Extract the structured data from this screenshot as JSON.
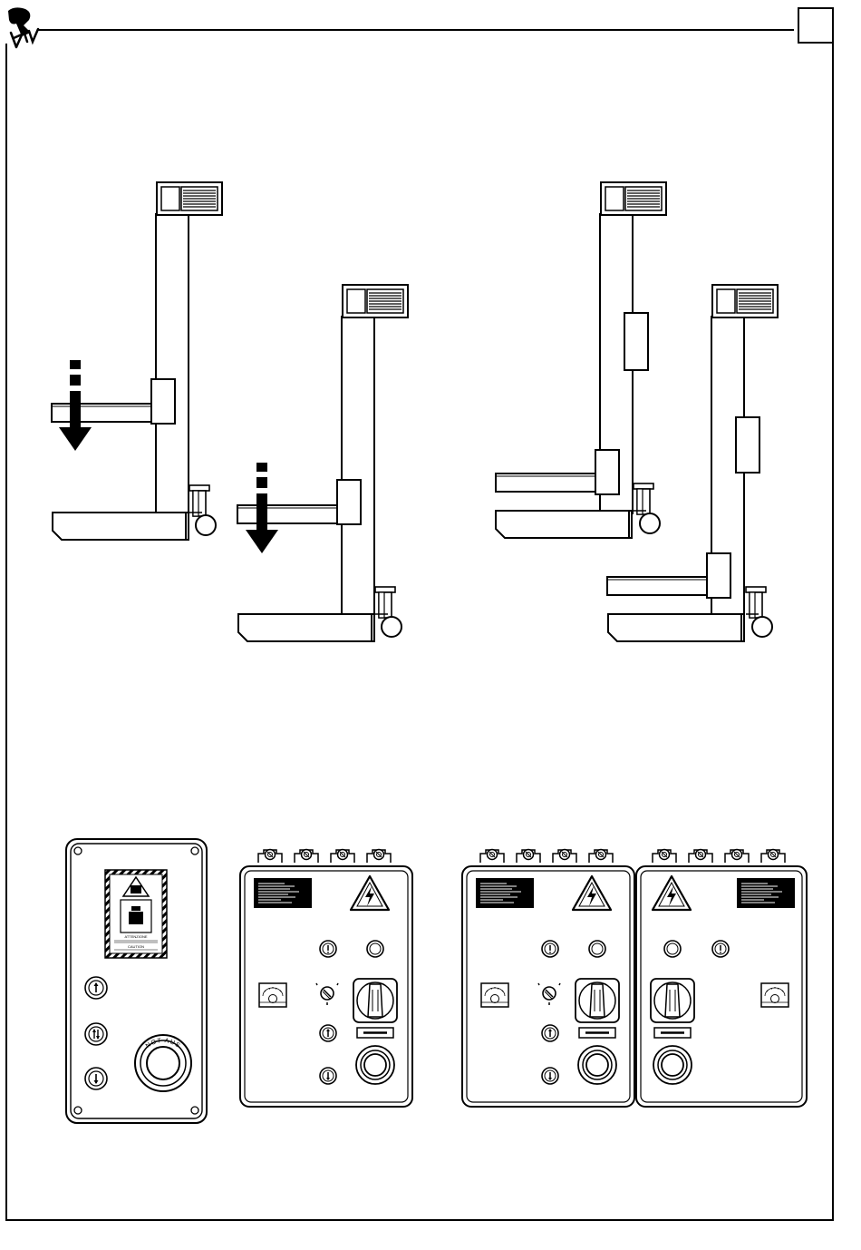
{
  "brand": {
    "logo": "RAV",
    "logo_icon": "rav-logo-icon"
  },
  "header": {
    "page_box_label": ""
  },
  "figure_top": {
    "panels": [
      "lowering-sequence-left",
      "lowering-sequence-right"
    ],
    "arrow_icon": "down-arrow-icon"
  },
  "figure_bottom": {
    "pendant": {
      "warning_label": "ATTENZIONE",
      "caution_label": "CAUTION",
      "estop_text": "NOT AUS",
      "buttons": [
        "up-arrow-icon",
        "up-down-arrow-icon",
        "down-arrow-icon"
      ]
    },
    "control_boxes": [
      {
        "name": "control-box-single"
      },
      {
        "name": "control-box-double-left"
      },
      {
        "name": "control-box-double-right"
      }
    ],
    "estop_text": "NOT AUS"
  }
}
